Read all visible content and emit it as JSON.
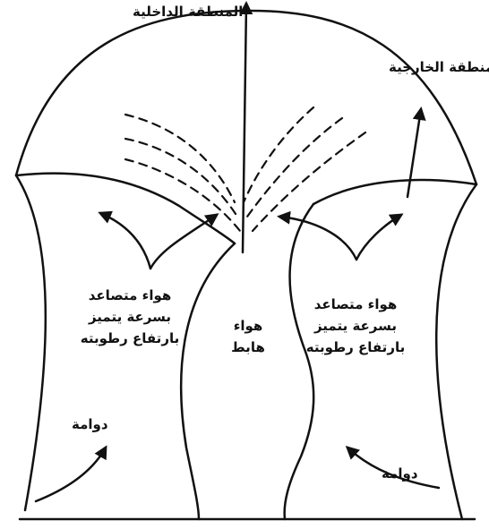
{
  "labels": {
    "inner_zone": "المنطقة الداخلية",
    "outer_zone": "المنطقة الخارجية",
    "downdraft_line1": "هواء",
    "downdraft_line2": "هابط",
    "left_updraft": [
      "هواء متصاعد",
      "بسرعة يتميز",
      "بارتفاع رطوبته"
    ],
    "right_updraft": [
      "هواء متصاعد",
      "بسرعة يتميز",
      "بارتفاع رطوبته"
    ],
    "left_vortex": "دوامة",
    "right_vortex": "دوامة"
  },
  "colors": {
    "ink": "#111111",
    "background": "#ffffff"
  }
}
